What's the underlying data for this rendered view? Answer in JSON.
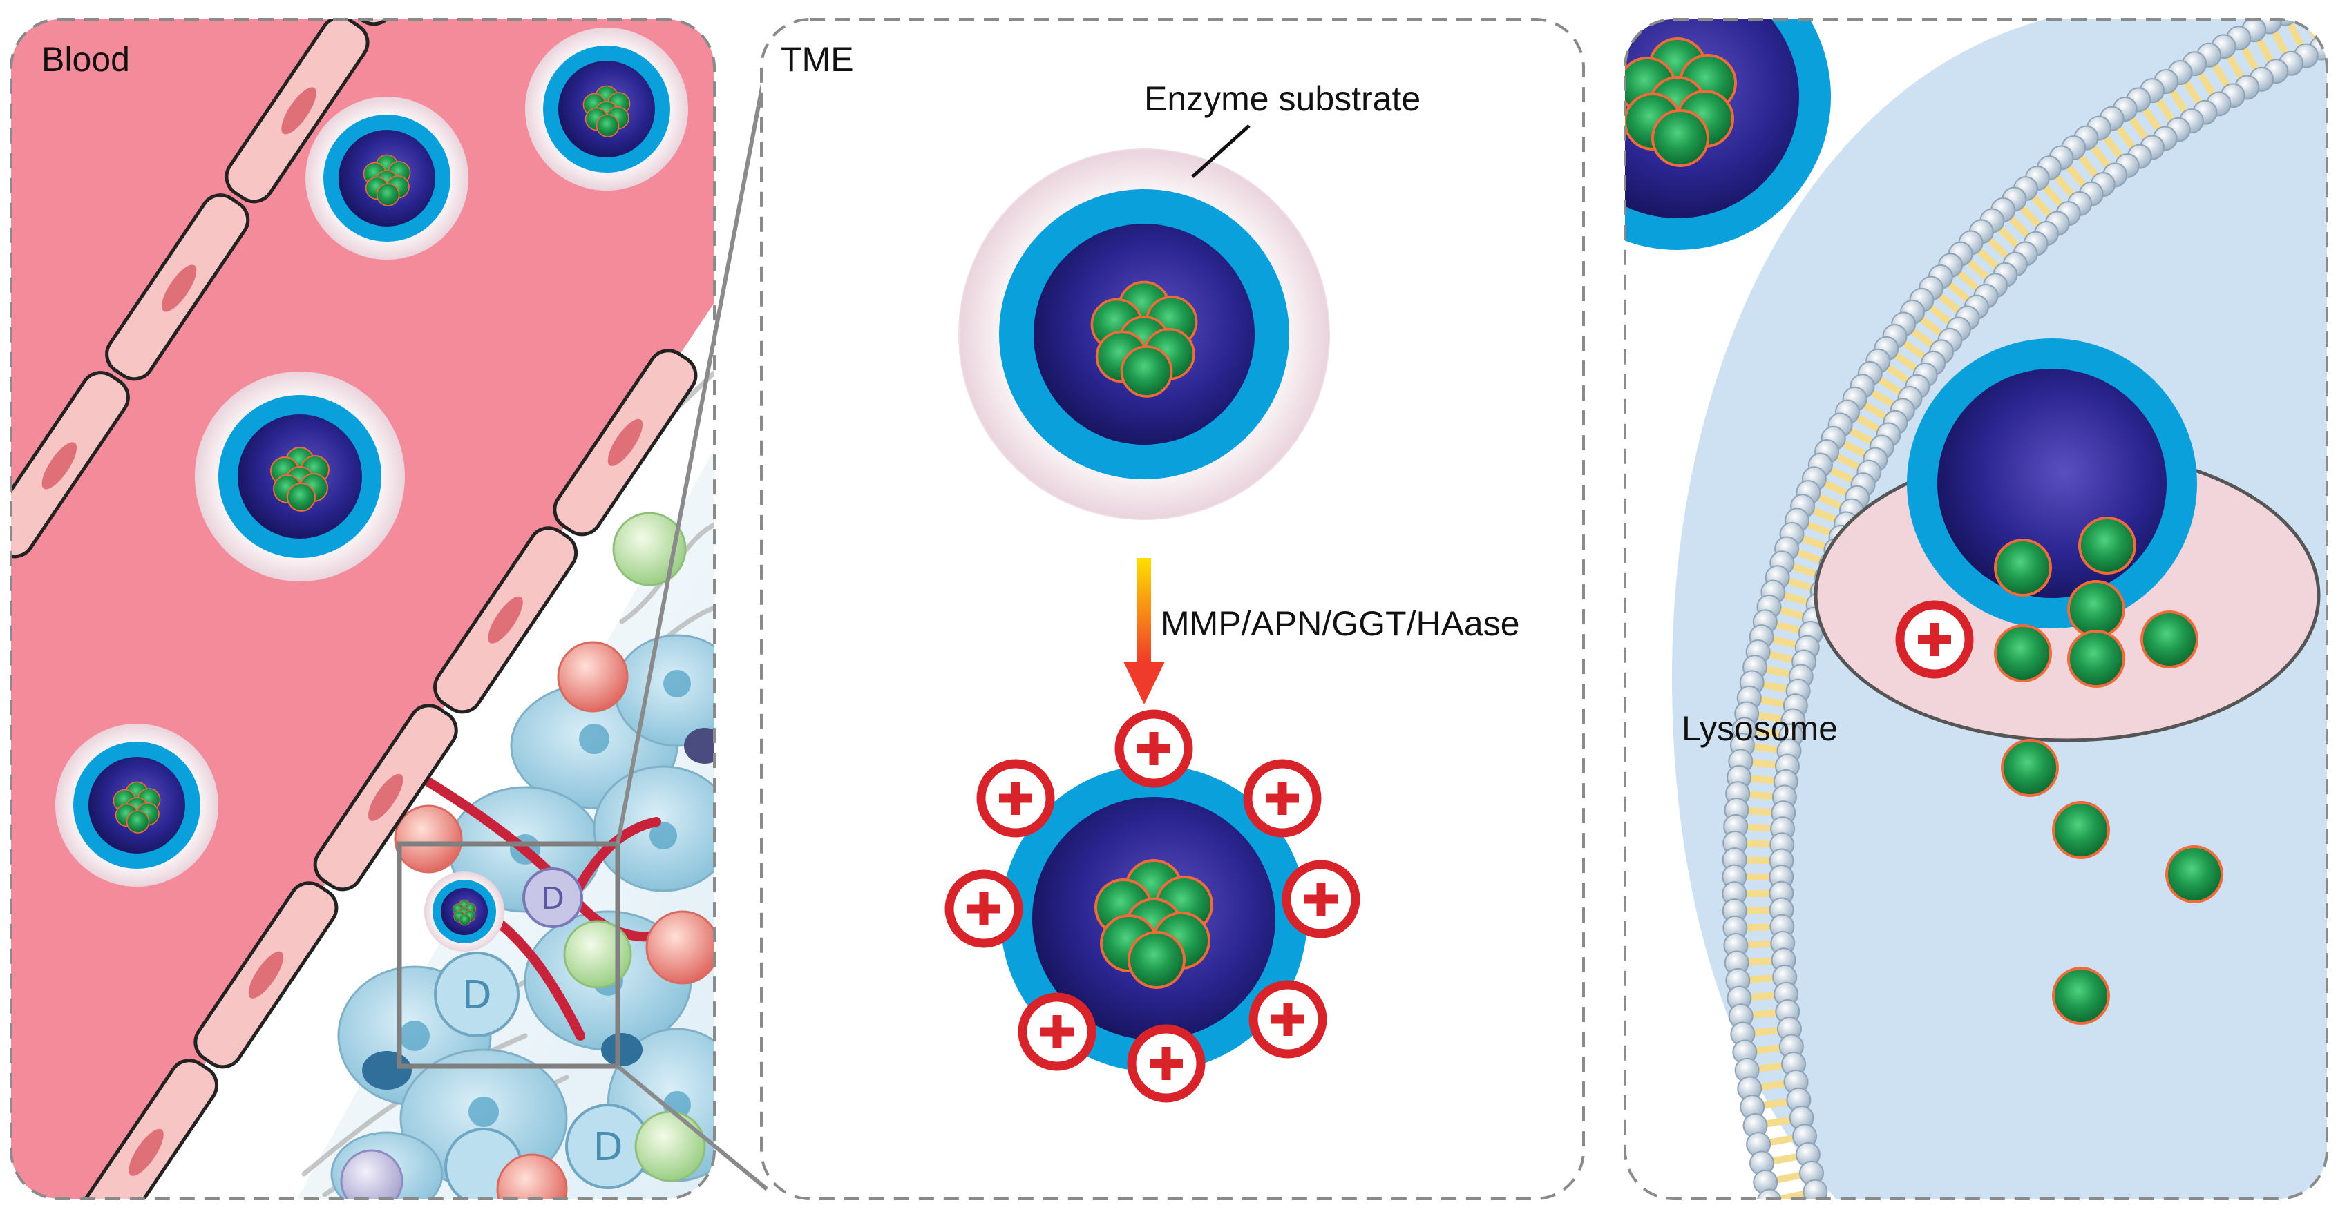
{
  "panels": {
    "blood": {
      "title": "Blood"
    },
    "tme": {
      "title": "TME",
      "substrate_label": "Enzyme substrate",
      "enzyme_label": "MMP/APN/GGT/HAase"
    },
    "cell": {
      "lysosome_label": "Lysosome"
    }
  },
  "colors": {
    "vessel_lumen": "#f48b9a",
    "vessel_wall": "#f7c6c4",
    "core_dark": "#1d1a6e",
    "core_mid": "#4b3fb0",
    "shell_blue": "#0aa0dc",
    "coat_pink": "#f3e0e6",
    "cargo_green": "#1f9a4e",
    "cargo_outline": "#f06a3a",
    "charge_red": "#d8232a",
    "cell_interior": "#cde1f2",
    "lysosome": "#f2d5da",
    "membrane_head": "#b9c9d8",
    "membrane_tail": "#f5dc8c",
    "panel_border": "#888888"
  },
  "icons": [
    "nanoparticle",
    "cationic-charge-icon",
    "drug-cargo",
    "endothelial-cell",
    "tumor-cell",
    "lipid-bilayer",
    "enzyme-arrow"
  ]
}
